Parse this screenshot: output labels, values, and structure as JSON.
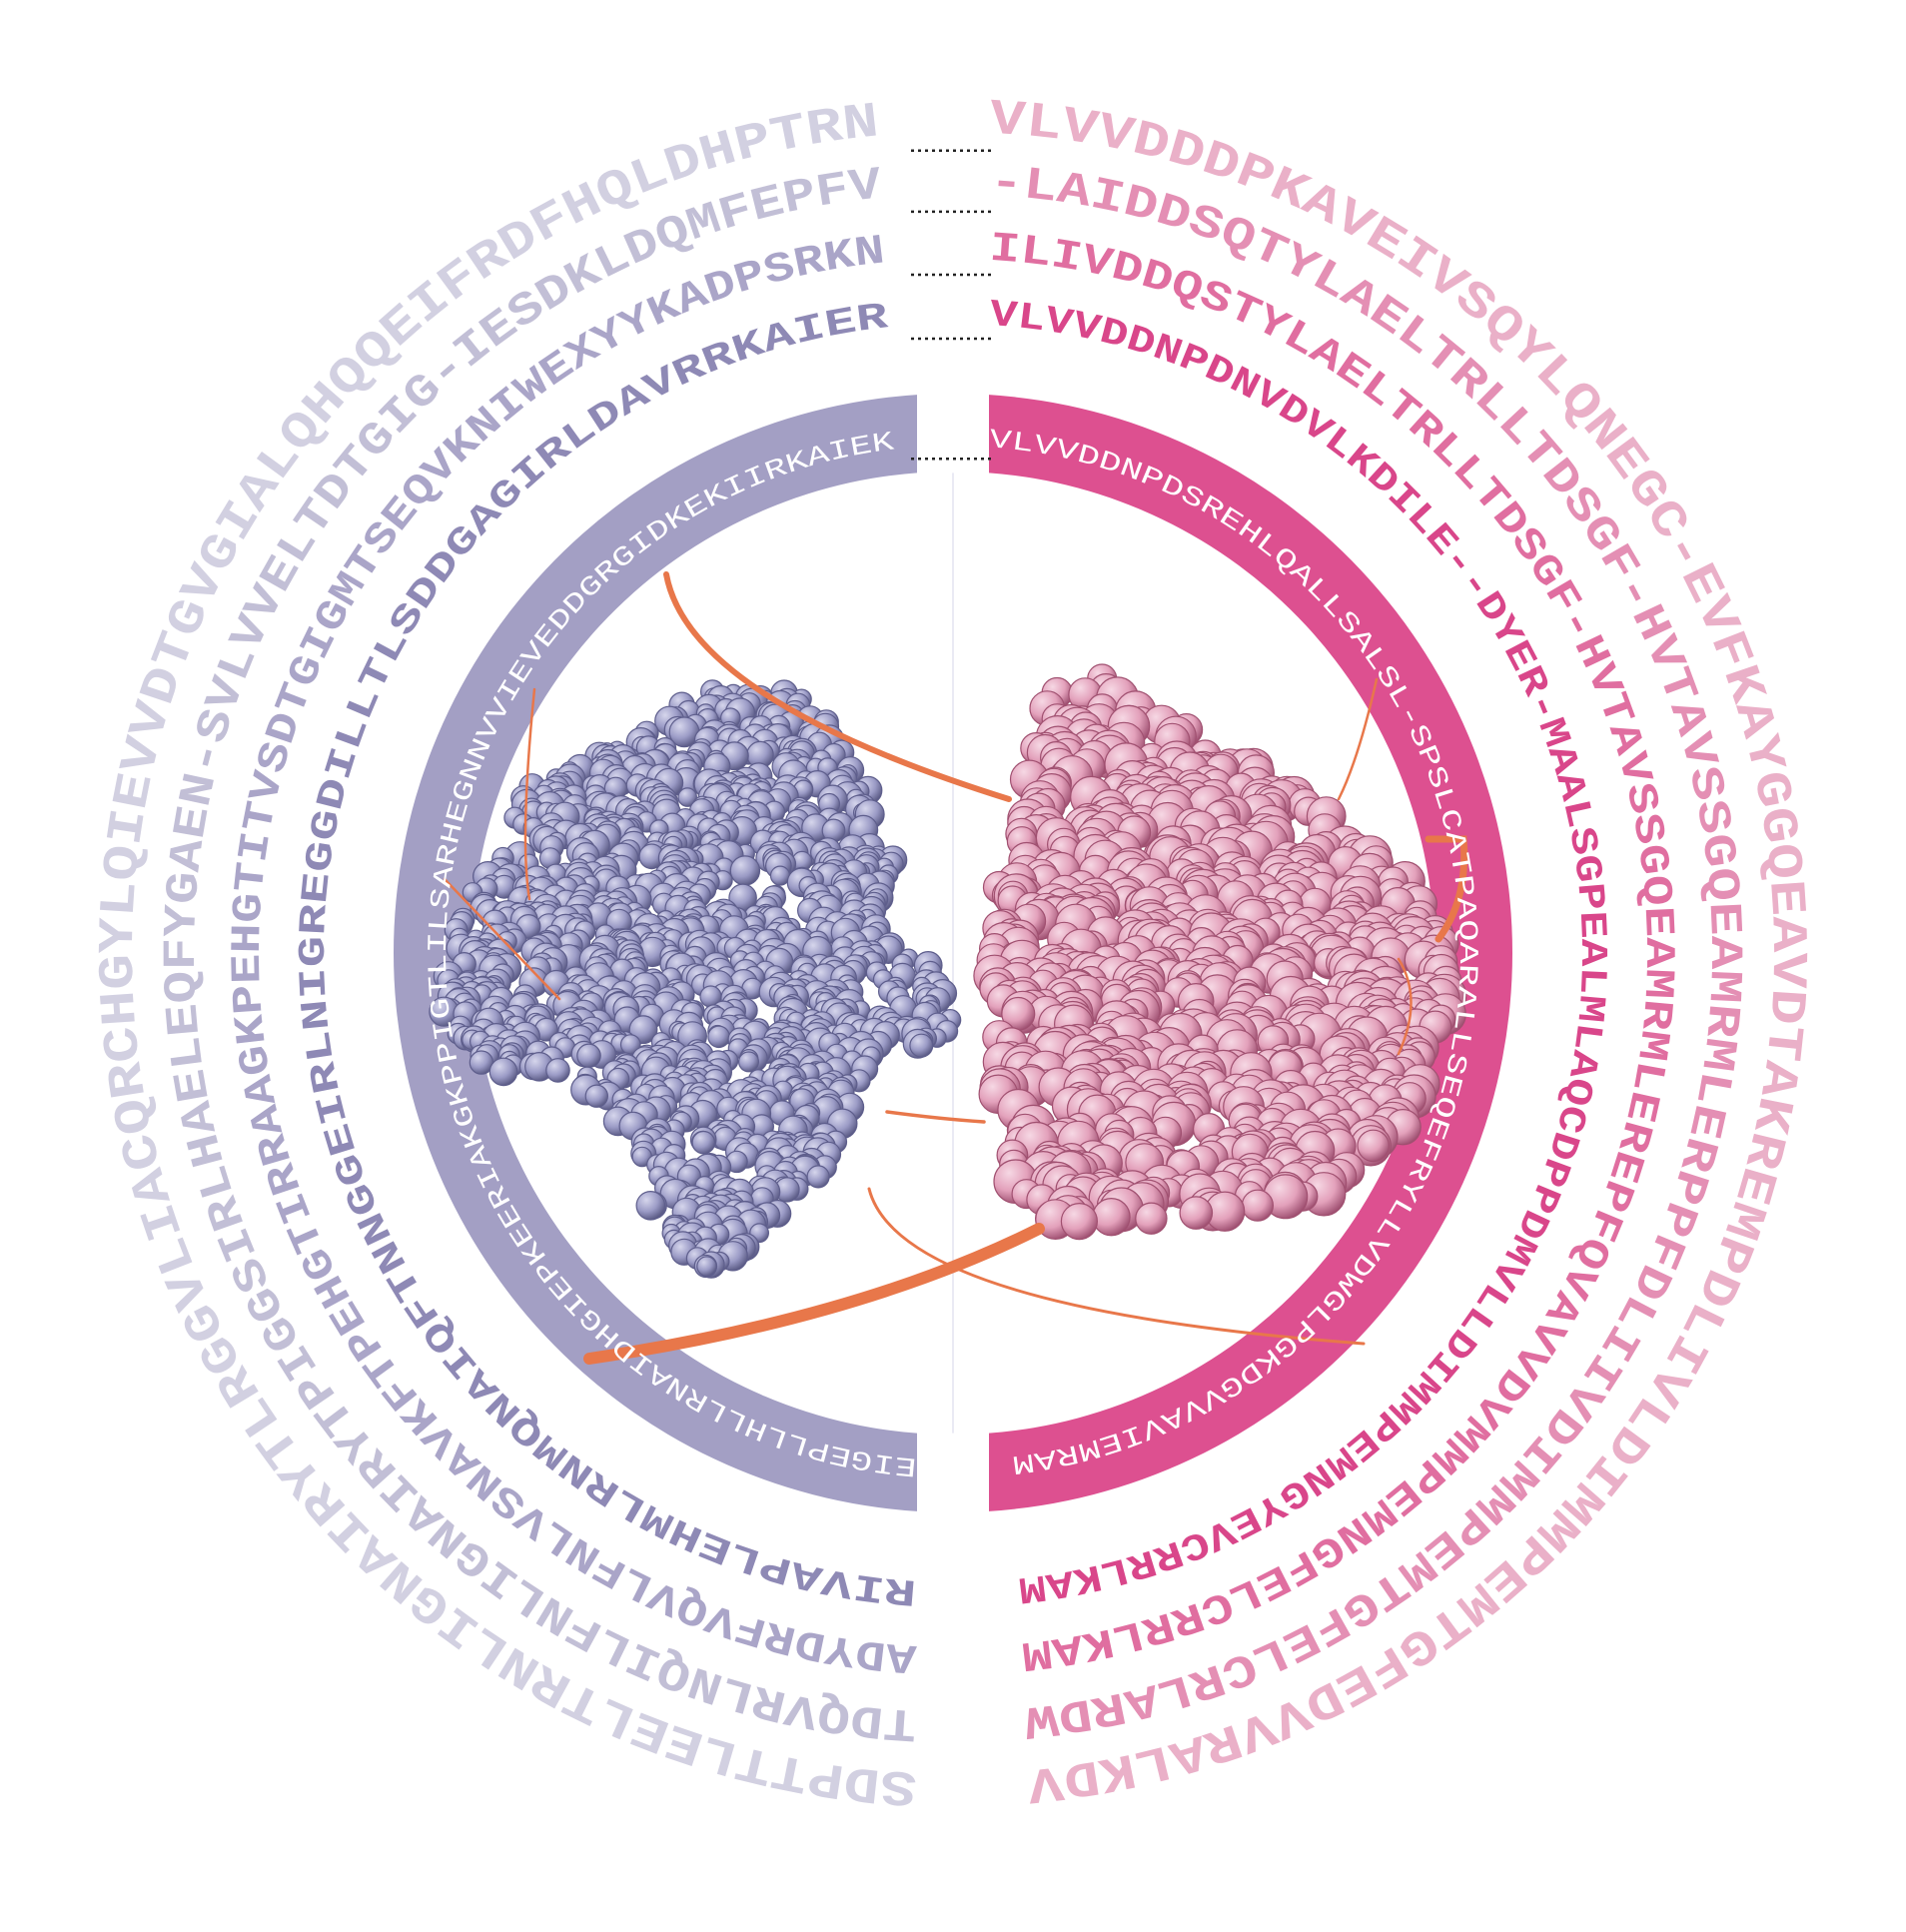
{
  "colors": {
    "left_band": "#a39fc4",
    "right_band": "#dd5090",
    "left_protein": "#9b9bc6",
    "left_protein_shade": "#5e5e8c",
    "right_protein": "#e3a1bb",
    "right_protein_shade": "#a05070",
    "links": "#e8774a",
    "dots": "#222222",
    "band_text": "#ffffff"
  },
  "inner_band": {
    "left_sequence": "EIGEPLLHLLRNAIDHGIEPKEERIAKGKPPIGTLILSARHEGNNVVIEVEDDGRGIDKEKIIRKAIEK",
    "right_sequence": "VLVVDDNPDSREHLQALLSALSL-SPSLCATPAQARALLSEQEFRYLLVDWGLPGKDGVVAVIEMRAM"
  },
  "outer_rings": [
    {
      "left_sequence": "RIVAPLEHMLRNMQNAIQFTNNGGEIRLNIGREGGDILLTLSDDGAGIRLDAVRRKAIER",
      "right_sequence": "VLVVDDNPDNVDVLKDILE--DYER-MAALSGPEALMLAQCDPPDMVLLDIMMPEMNGYEVCRRLKAM",
      "left_color": "#8e89b5",
      "right_color": "#d9468a"
    },
    {
      "left_sequence": "ADYDRFVQVLFNLVSNAVKFTPEHGTIRRAAGKPEHGTITVSDTGIGMTSEQVKNIWEXYYKADPSRKN",
      "right_sequence": "ILIVDDQSTYLAELTRLLTDSGF-HVTAVSSGQEAMRMLEREPFQVAVVDVMMPEMNGFELCRRLKAM",
      "left_color": "#aaa5c8",
      "right_color": "#e06ea0"
    },
    {
      "left_sequence": "TDQVRLNQILFNLIGNAIRYTPIGGSIRLHAELEQFYGAEN-SVLVVELTDTGIG-IESDKLDQMFEPFV",
      "right_sequence": "-LAIDDSQTYLAELTRLLTDSGF-HVTAVSSGQEAMRMLERPPFDLIIVDIMMPEMTGFELCRLARDW",
      "left_color": "#c2bfd6",
      "right_color": "#e48fb4"
    },
    {
      "left_sequence": "SDPTTLEELTRNLIGNAIRYTLRGGVLIACQRCHGYLQIEVVDTGVGIALQHQQEIFRDFHQLDHPTRN",
      "right_sequence": "VLVVDDDPKAVEIVSQYLQNEGC-EVFKAYGGQEAVDTAKREMPDLIVLDIMMPEMTGFEDVVRALKDV",
      "left_color": "#d2d0e1",
      "right_color": "#eab0c8"
    }
  ]
}
